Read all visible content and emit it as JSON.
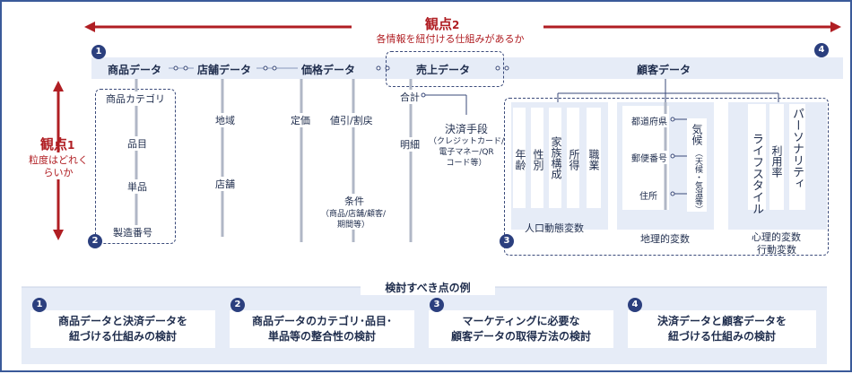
{
  "viewpoint2": {
    "title_main": "観点",
    "title_num": "2",
    "subtitle": "各情報を紐付ける仕組みがあるか"
  },
  "viewpoint1": {
    "title_main": "観点",
    "title_num": "1",
    "subtitle_line1": "粒度はどれく",
    "subtitle_line2": "らいか"
  },
  "markers": {
    "m1": "1",
    "m2": "2",
    "m3": "3",
    "m4": "4"
  },
  "headers": {
    "product": "商品データ",
    "store": "店舗データ",
    "price": "価格データ",
    "sales": "売上データ",
    "customer": "顧客データ"
  },
  "product_items": {
    "category": "商品カテゴリ",
    "item": "品目",
    "unit": "単品",
    "lot": "製造番号"
  },
  "store_items": {
    "region": "地域",
    "store": "店舗"
  },
  "price_items": {
    "list_price": "定価",
    "discount": "値引/割戻",
    "condition": "条件",
    "condition_note_1": "（商品/店舗/顧客/",
    "condition_note_2": "期間等）"
  },
  "sales_items": {
    "total": "合計",
    "detail": "明細",
    "payment": "決済手段",
    "payment_note_1": "（クレジットカード/",
    "payment_note_2": "電子マネー/QR",
    "payment_note_3": "コード等）"
  },
  "customer": {
    "demographic": {
      "items": [
        "年齢",
        "性別",
        "家族構成",
        "所得",
        "職業"
      ],
      "label": "人口動態変数"
    },
    "geographic": {
      "items": [
        "都道府県",
        "郵便番号",
        "住所"
      ],
      "weather": "気候",
      "weather_note": "（天候・気温等）",
      "label": "地理的変数"
    },
    "psychographic": {
      "items": [
        "ライフスタイル",
        "利用率",
        "パーソナリティ"
      ],
      "label_1": "心理的変数",
      "label_2": "行動変数"
    }
  },
  "examples": {
    "title": "検討すべき点の例",
    "items": [
      {
        "num": "1",
        "line1": "商品データと決済データを",
        "line2": "紐づける仕組みの検討"
      },
      {
        "num": "2",
        "line1": "商品データのカテゴリ･品目･",
        "line2": "単品等の整合性の検討"
      },
      {
        "num": "3",
        "line1": "マーケティングに必要な",
        "line2": "顧客データの取得方法の検討"
      },
      {
        "num": "4",
        "line1": "決済データと顧客データを",
        "line2": "紐づける仕組みの検討"
      }
    ]
  },
  "colors": {
    "accent_red": "#b01e23",
    "navy": "#2b3f7e",
    "band": "#e6ecf7"
  }
}
